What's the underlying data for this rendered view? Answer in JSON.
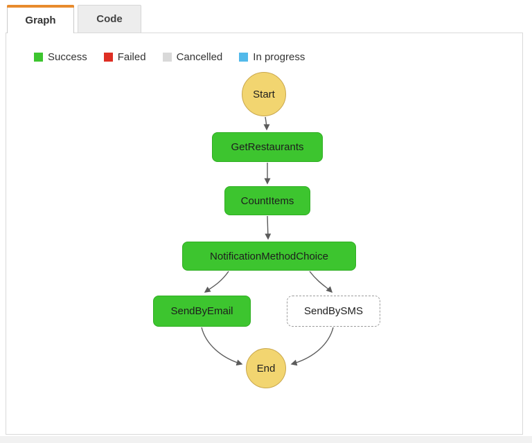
{
  "tabs": [
    {
      "label": "Graph",
      "active": true
    },
    {
      "label": "Code",
      "active": false
    }
  ],
  "legend": {
    "items": [
      {
        "label": "Success",
        "color": "#3dc52f"
      },
      {
        "label": "Failed",
        "color": "#de2e23"
      },
      {
        "label": "Cancelled",
        "color": "#d9d9d9"
      },
      {
        "label": "In progress",
        "color": "#52b9ea"
      }
    ]
  },
  "colors": {
    "success": "#3dc52f",
    "start_end": "#f2d570",
    "tab_accent": "#e88b2d",
    "edge": "#5b5b5b"
  },
  "graph": {
    "nodes": [
      {
        "label": "Start",
        "type": "start"
      },
      {
        "label": "GetRestaurants",
        "type": "task",
        "status": "success"
      },
      {
        "label": "CountItems",
        "type": "task",
        "status": "success"
      },
      {
        "label": "NotificationMethodChoice",
        "type": "choice",
        "status": "success"
      },
      {
        "label": "SendByEmail",
        "type": "task",
        "status": "success"
      },
      {
        "label": "SendBySMS",
        "type": "task",
        "status": "cancelled"
      },
      {
        "label": "End",
        "type": "end"
      }
    ],
    "edges": [
      {
        "from": "Start",
        "to": "GetRestaurants"
      },
      {
        "from": "GetRestaurants",
        "to": "CountItems"
      },
      {
        "from": "CountItems",
        "to": "NotificationMethodChoice"
      },
      {
        "from": "NotificationMethodChoice",
        "to": "SendByEmail"
      },
      {
        "from": "NotificationMethodChoice",
        "to": "SendBySMS"
      },
      {
        "from": "SendByEmail",
        "to": "End"
      },
      {
        "from": "SendBySMS",
        "to": "End"
      }
    ]
  }
}
